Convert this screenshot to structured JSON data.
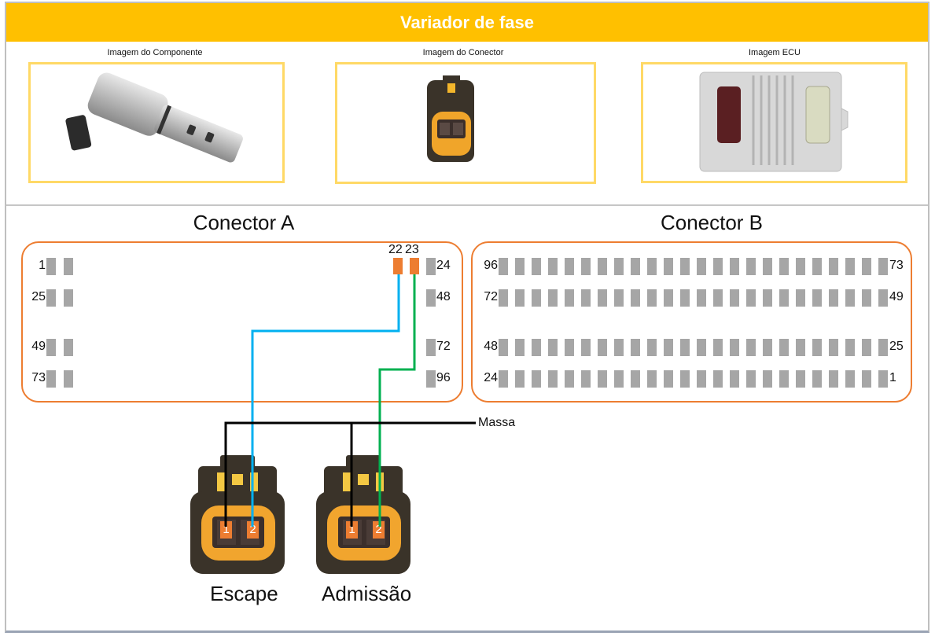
{
  "title": "Variador de fase",
  "images": [
    {
      "caption": "Imagem do Componente",
      "icon": "vvt-solenoid-image"
    },
    {
      "caption": "Imagem do Conector",
      "icon": "connector-image"
    },
    {
      "caption": "Imagem ECU",
      "icon": "ecu-image"
    }
  ],
  "connector_a": {
    "title": "Conector A",
    "left_labels": [
      "1",
      "25",
      "49",
      "73"
    ],
    "right_labels": [
      "24",
      "48",
      "72",
      "96"
    ],
    "highlighted_pins": [
      {
        "label": "22",
        "wire": "blue",
        "to": "Escape pin 2"
      },
      {
        "label": "23",
        "wire": "green",
        "to": "Admissão pin 2"
      }
    ]
  },
  "connector_b": {
    "title": "Conector B",
    "left_labels": [
      "96",
      "72",
      "48",
      "24"
    ],
    "right_labels": [
      "73",
      "49",
      "25",
      "1"
    ],
    "pins_per_row": 24
  },
  "ground_label": "Massa",
  "plugs": [
    {
      "label": "Escape",
      "pin1": "1",
      "pin2": "2"
    },
    {
      "label": "Admissão",
      "pin1": "1",
      "pin2": "2"
    }
  ],
  "colors": {
    "title_bg": "#ffc000",
    "image_border": "#ffd966",
    "connector_border": "#ed7d31",
    "pin": "#a6a6a6",
    "pin_highlight": "#ed7d31",
    "wire_blue": "#00b0f0",
    "wire_green": "#00b050",
    "wire_ground": "#000000"
  }
}
